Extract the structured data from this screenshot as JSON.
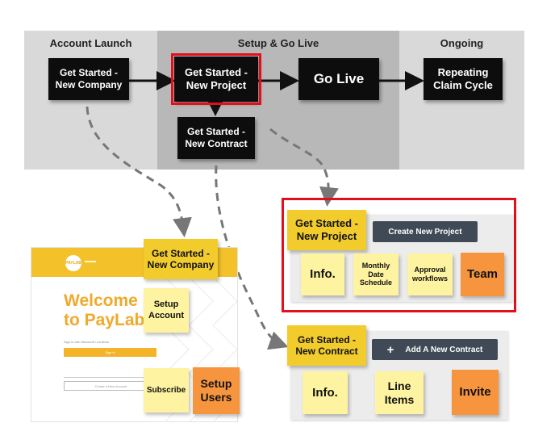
{
  "phases": [
    {
      "title": "Account Launch"
    },
    {
      "title": "Setup & Go Live"
    },
    {
      "title": "Ongoing"
    }
  ],
  "flow": {
    "new_company": "Get Started - New Company",
    "new_project": "Get Started - New Project",
    "go_live": "Go Live",
    "repeating": "Repeating Claim Cycle",
    "new_contract": "Get Started - New Contract"
  },
  "paylab": {
    "logo": "PAYLAB",
    "welcome_line1": "Welcome",
    "welcome_line2": "to PayLab.",
    "signin_caption": "Sign in with Microsoft / continue",
    "signin_button": "Sign In",
    "create_button": "Create a New Account",
    "sticky_header": "Get Started - New Company",
    "setup_account": "Setup Account",
    "subscribe": "Subscribe",
    "setup_users": "Setup Users"
  },
  "project_panel": {
    "header": "Get Started - New Project",
    "button": "Create New Project",
    "items": [
      "Info.",
      "Monthly Date Schedule",
      "Approval workflows",
      "Team"
    ],
    "highlight_color": "#e3101b"
  },
  "contract_panel": {
    "header": "Get Started - New Contract",
    "button_icon": "+",
    "button": "Add A New Contract",
    "items": [
      "Info.",
      "Line Items",
      "Invite"
    ]
  }
}
